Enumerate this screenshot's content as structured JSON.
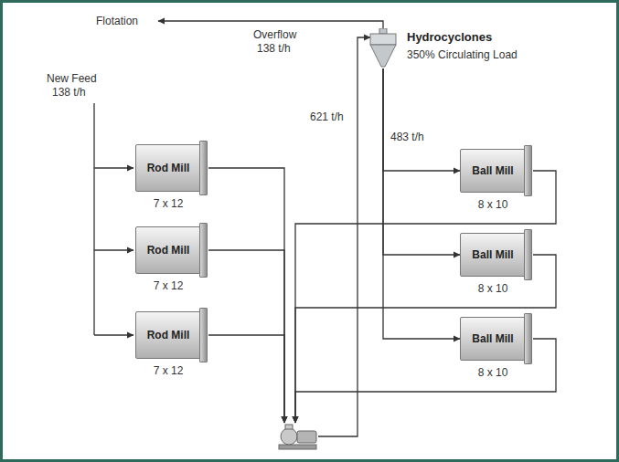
{
  "diagram": {
    "nodes": [
      {
        "text": [
          "Hydrocyclones"
        ]
      },
      {
        "text": [
          "Rod Mill",
          "7 x 12"
        ]
      },
      {
        "text": [
          "Rod Mill",
          "7 x 12"
        ]
      },
      {
        "text": [
          "Rod Mill",
          "7 x 12"
        ]
      },
      {
        "text": [
          "Ball Mill",
          "8 x 10"
        ]
      },
      {
        "text": [
          "Ball Mill",
          "8 x 10"
        ]
      },
      {
        "text": [
          "Ball Mill",
          "8 x 10"
        ]
      },
      {
        "text": []
      }
    ],
    "edges": [
      {
        "from": 1,
        "to": 7,
        "arrow": "to"
      },
      {
        "from": 2,
        "to": 7,
        "arrow": "to"
      },
      {
        "from": 3,
        "to": 7,
        "arrow": "to"
      },
      {
        "from": 7,
        "to": 0,
        "arrow": "to",
        "label": "621 t/h"
      },
      {
        "from": 0,
        "to": 4,
        "arrow": "to",
        "label": "483 t/h"
      },
      {
        "from": 0,
        "to": 5,
        "arrow": "to"
      },
      {
        "from": 0,
        "to": 6,
        "arrow": "to"
      },
      {
        "from": 4,
        "to": 7,
        "arrow": "to"
      },
      {
        "from": 5,
        "to": 7,
        "arrow": "to"
      },
      {
        "from": 6,
        "to": 7,
        "arrow": "to"
      }
    ],
    "labels": [
      "Flotation",
      "Overflow",
      "138 t/h",
      "350% Circulating Load",
      "New Feed",
      "138 t/h"
    ]
  }
}
